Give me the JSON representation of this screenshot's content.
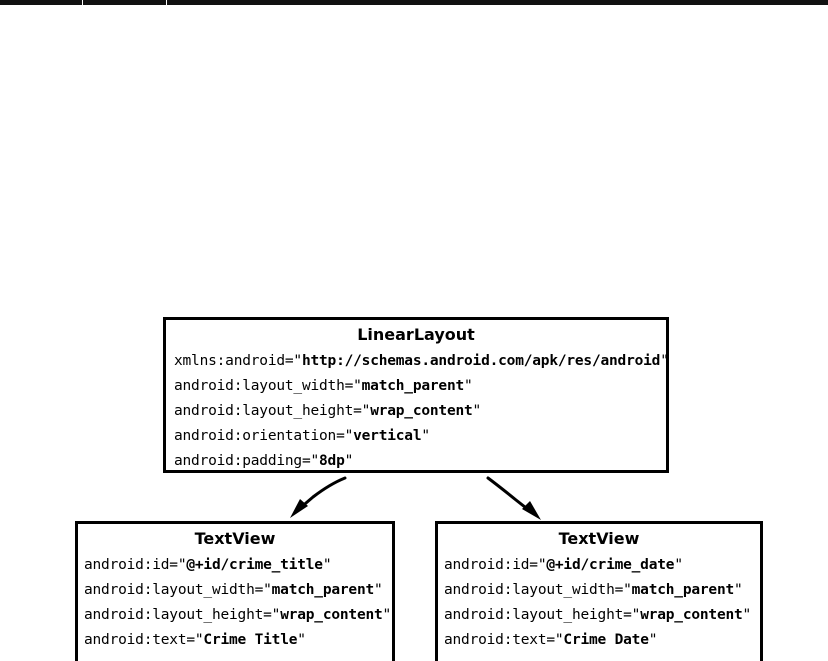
{
  "diagram": {
    "type": "uml-class-hierarchy",
    "title": "Android XML layout hierarchy",
    "background_color": "#ffffff",
    "line_color": "#000000",
    "top_band": {
      "color": "#111111",
      "tick_positions": [
        82,
        166
      ]
    },
    "nodes": [
      {
        "id": "linearlayout",
        "title": "LinearLayout",
        "attributes": [
          {
            "key": "xmlns:android=\"",
            "value": "http://schemas.android.com/apk/res/android",
            "close": "\""
          },
          {
            "key": "android:layout_width=\"",
            "value": "match_parent",
            "close": "\""
          },
          {
            "key": "android:layout_height=\"",
            "value": "wrap_content",
            "close": "\""
          },
          {
            "key": "android:orientation=\"",
            "value": "vertical",
            "close": "\""
          },
          {
            "key": "android:padding=\"",
            "value": "8dp",
            "close": "\""
          }
        ]
      },
      {
        "id": "textview-title",
        "title": "TextView",
        "attributes": [
          {
            "key": "android:id=\"",
            "value": "@+id/crime_title",
            "close": "\""
          },
          {
            "key": "android:layout_width=\"",
            "value": "match_parent",
            "close": "\""
          },
          {
            "key": "android:layout_height=\"",
            "value": "wrap_content",
            "close": "\""
          },
          {
            "key": "android:text=\"",
            "value": "Crime Title",
            "close": "\""
          }
        ]
      },
      {
        "id": "textview-date",
        "title": "TextView",
        "attributes": [
          {
            "key": "android:id=\"",
            "value": "@+id/crime_date",
            "close": "\""
          },
          {
            "key": "android:layout_width=\"",
            "value": "match_parent",
            "close": "\""
          },
          {
            "key": "android:layout_height=\"",
            "value": "wrap_content",
            "close": "\""
          },
          {
            "key": "android:text=\"",
            "value": "Crime Date",
            "close": "\""
          }
        ]
      }
    ],
    "edges": [
      {
        "id": "edge-to-title",
        "from": "linearlayout",
        "to": "textview-title",
        "direction": "down-left",
        "arrowhead": "filled"
      },
      {
        "id": "edge-to-date",
        "from": "linearlayout",
        "to": "textview-date",
        "direction": "down-right",
        "arrowhead": "filled"
      }
    ]
  }
}
